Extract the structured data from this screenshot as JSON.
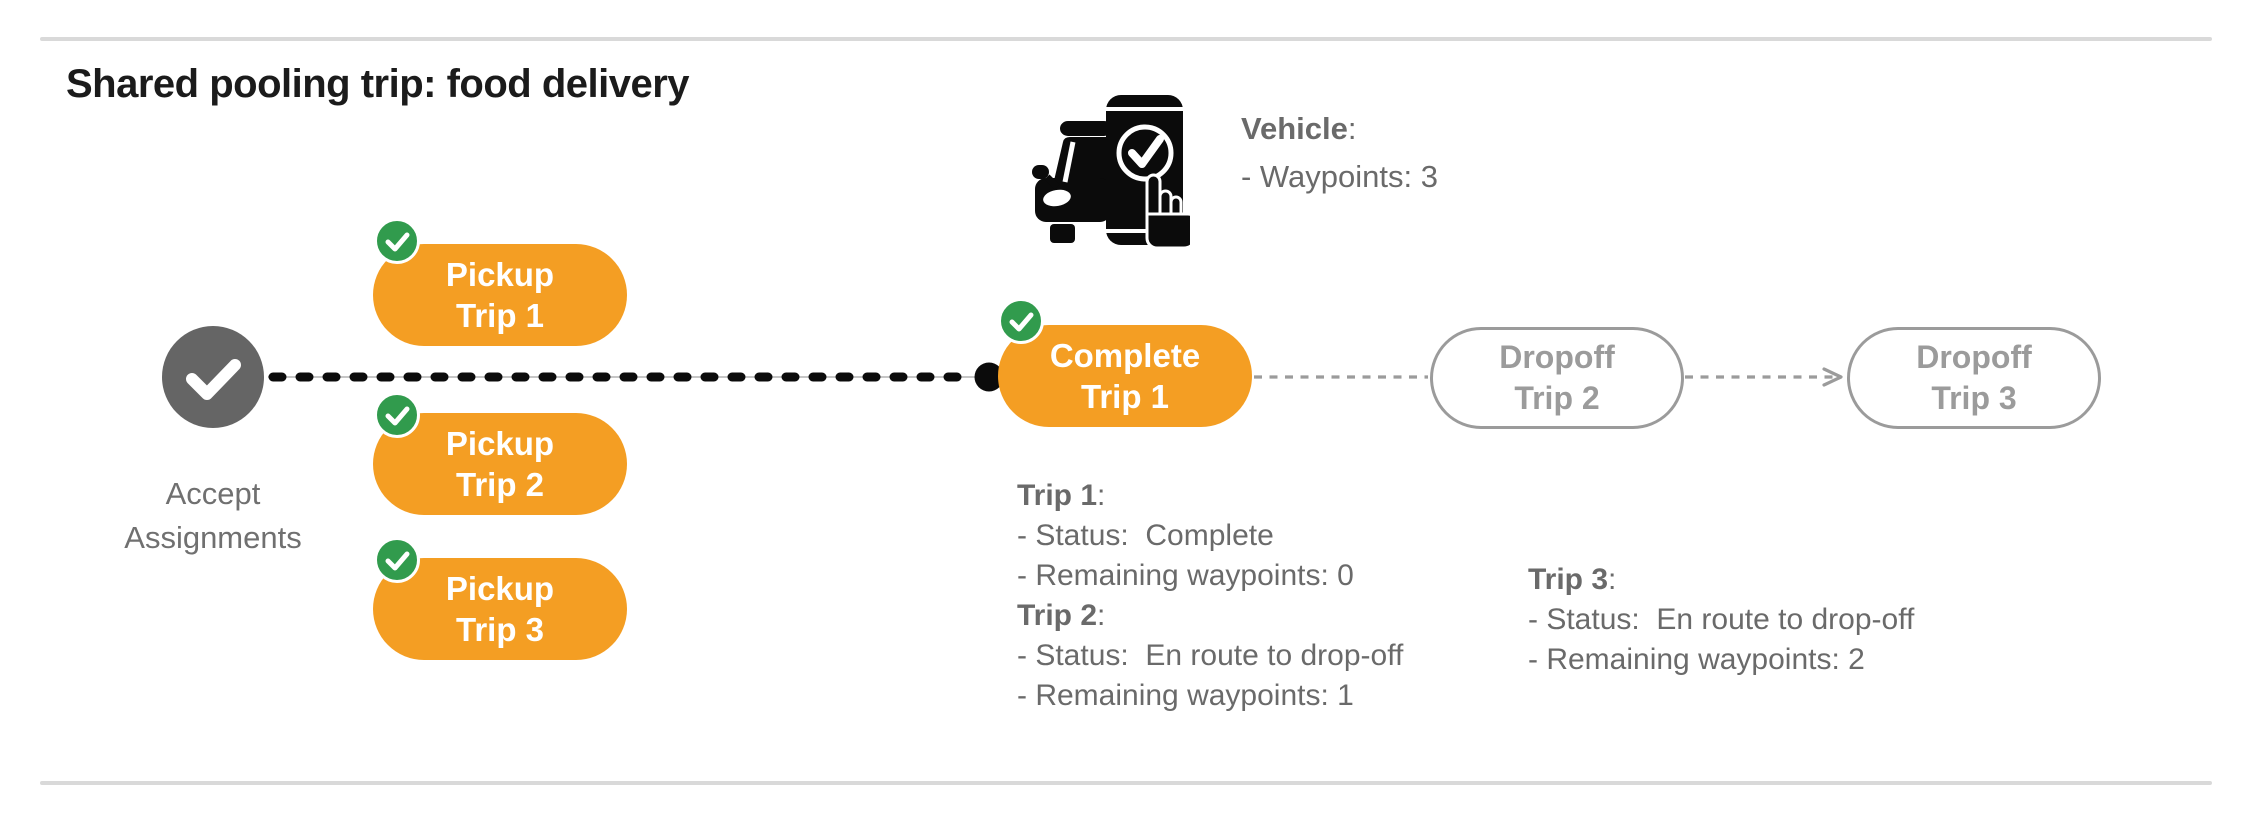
{
  "title": "Shared pooling trip: food delivery",
  "vehicle": {
    "icon": "car-phone-check-icon",
    "label": "Vehicle",
    "colon": ":",
    "waypoints": "- Waypoints: 3"
  },
  "flow": {
    "start": {
      "line1": "Accept",
      "line2": "Assignments"
    },
    "pickups": [
      {
        "line1": "Pickup",
        "line2": "Trip 1"
      },
      {
        "line1": "Pickup",
        "line2": "Trip 2"
      },
      {
        "line1": "Pickup",
        "line2": "Trip 3"
      }
    ],
    "complete": {
      "line1": "Complete",
      "line2": "Trip 1"
    },
    "dropoffs": [
      {
        "line1": "Dropoff",
        "line2": "Trip 2"
      },
      {
        "line1": "Dropoff",
        "line2": "Trip 3"
      }
    ]
  },
  "trip_details": [
    {
      "label": "Trip 1",
      "colon": ":",
      "status": "- Status:  Complete",
      "remaining": "- Remaining waypoints: 0"
    },
    {
      "label": "Trip 2",
      "colon": ":",
      "status": "- Status:  En route to drop-off",
      "remaining": "- Remaining waypoints: 1"
    },
    {
      "label": "Trip 3",
      "colon": ":",
      "status": "- Status:  En route to drop-off",
      "remaining": "- Remaining waypoints: 2"
    }
  ],
  "colors": {
    "orange": "#F49E23",
    "green": "#319B4D",
    "node_gray": "#656565",
    "outline_gray": "#9B9B9B",
    "text_gray": "#6A6A6A",
    "divider_gray": "#D9D9D9",
    "black": "#0B0B0B"
  }
}
